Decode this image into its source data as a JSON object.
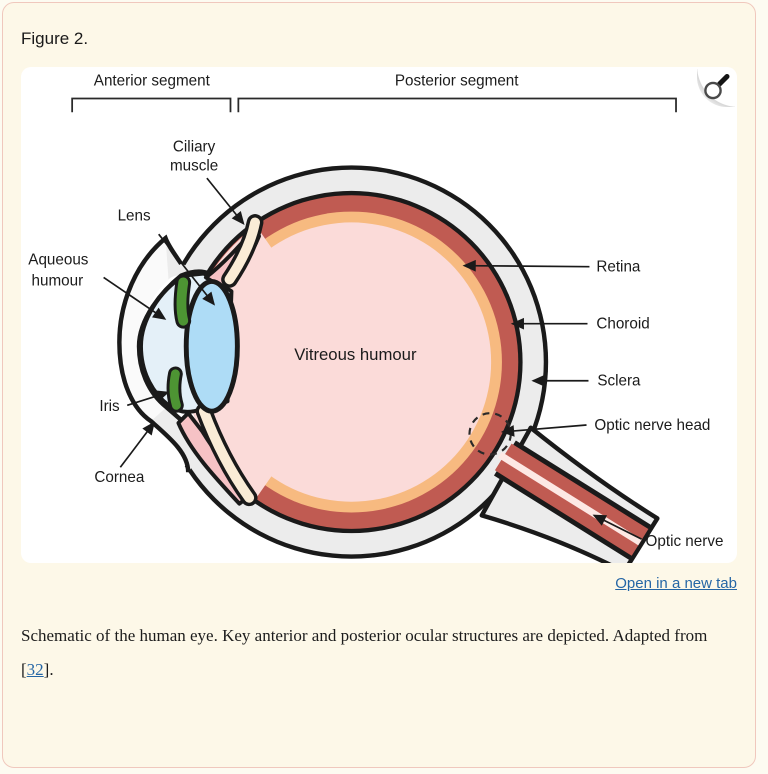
{
  "page": {
    "figure_label": "Figure 2.",
    "open_link": "Open in a new tab"
  },
  "caption": {
    "before_ref": "Schematic of the human eye. Key anterior and posterior ocular structures are depicted. Adapted from [",
    "ref": "32",
    "after_ref": "]."
  },
  "diagram": {
    "segments": {
      "anterior": "Anterior segment",
      "posterior": "Posterior segment"
    },
    "labels": {
      "ciliary_line1": "Ciliary",
      "ciliary_line2": "muscle",
      "lens": "Lens",
      "aqueous_line1": "Aqueous",
      "aqueous_line2": "humour",
      "iris": "Iris",
      "cornea": "Cornea",
      "vitreous": "Vitreous humour",
      "retina": "Retina",
      "choroid": "Choroid",
      "sclera": "Sclera",
      "optic_nerve_head": "Optic nerve head",
      "optic_nerve": "Optic nerve"
    },
    "colors": {
      "outline": "#1a1a1a",
      "sclera_gray": "#ececec",
      "choroid_red": "#c05b52",
      "retina_orange": "#f7ba80",
      "vitreous_pink": "#fbdbd9",
      "ciliary_body_pink": "#f6c2c5",
      "ciliary_muscle_cream": "#faecd6",
      "lens_blue": "#aedcf6",
      "aqueous_blue": "#e4f0f8",
      "iris_green": "#4d9433",
      "nerve_pale_stripe": "#fde8e4",
      "page_cream": "#fdf8e8",
      "card_border": "#f0c8bd",
      "link_blue": "#2566a5"
    }
  }
}
